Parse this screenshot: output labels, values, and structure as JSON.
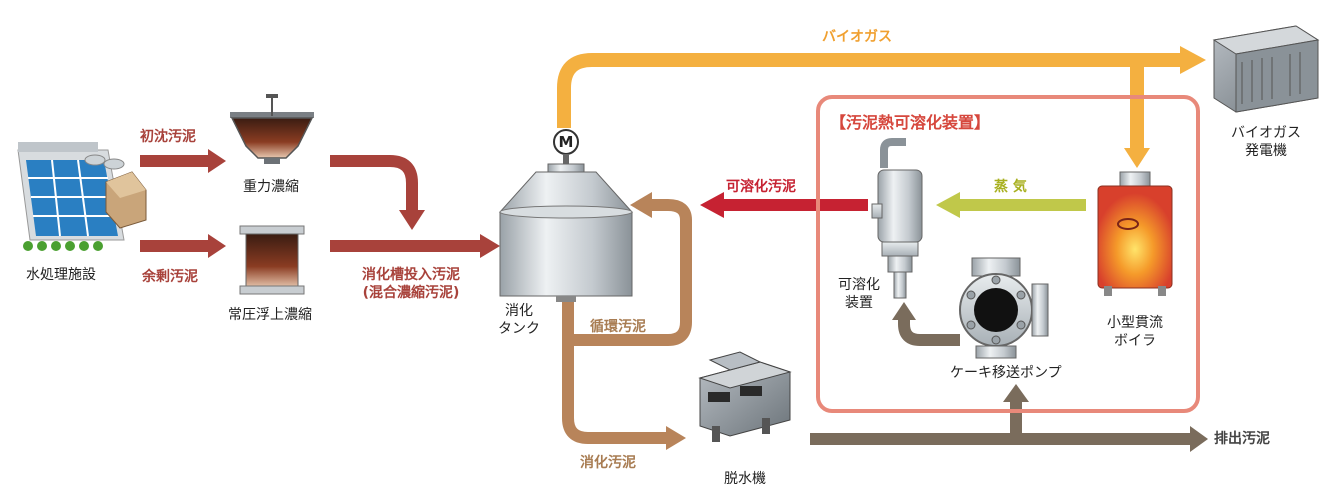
{
  "title": "【汚泥熱可溶化装置】",
  "equipment": {
    "water_treatment": "水処理施設",
    "gravity_thickening": "重力濃縮",
    "float_thickening": "常圧浮上濃縮",
    "digester_l1": "消化",
    "digester_l2": "タンク",
    "motor_symbol": "M",
    "solubilizer_l1": "可溶化",
    "solubilizer_l2": "装置",
    "boiler_l1": "小型貫流",
    "boiler_l2": "ボイラ",
    "biogas_gen_l1": "バイオガス",
    "biogas_gen_l2": "発電機",
    "cake_pump": "ケーキ移送ポンプ",
    "dewatering": "脱水機"
  },
  "flows": {
    "primary_sludge": "初沈汚泥",
    "excess_sludge": "余剰汚泥",
    "digester_input_l1": "消化槽投入汚泥",
    "digester_input_l2": "(混合濃縮汚泥)",
    "biogas": "バイオガス",
    "solubilized_sludge": "可溶化汚泥",
    "steam": "蒸 気",
    "circulation_sludge": "循環汚泥",
    "digested_sludge": "消化汚泥",
    "discharged_sludge": "排出汚泥"
  },
  "colors": {
    "sludge_arrow": "#a8423b",
    "biogas_arrow": "#f4b040",
    "solubilized_arrow": "#c62232",
    "steam_arrow": "#c0c84a",
    "circulation_arrow": "#b8845a",
    "discharge_arrow": "#7a6c5c",
    "enclosure": "#e8897a"
  }
}
